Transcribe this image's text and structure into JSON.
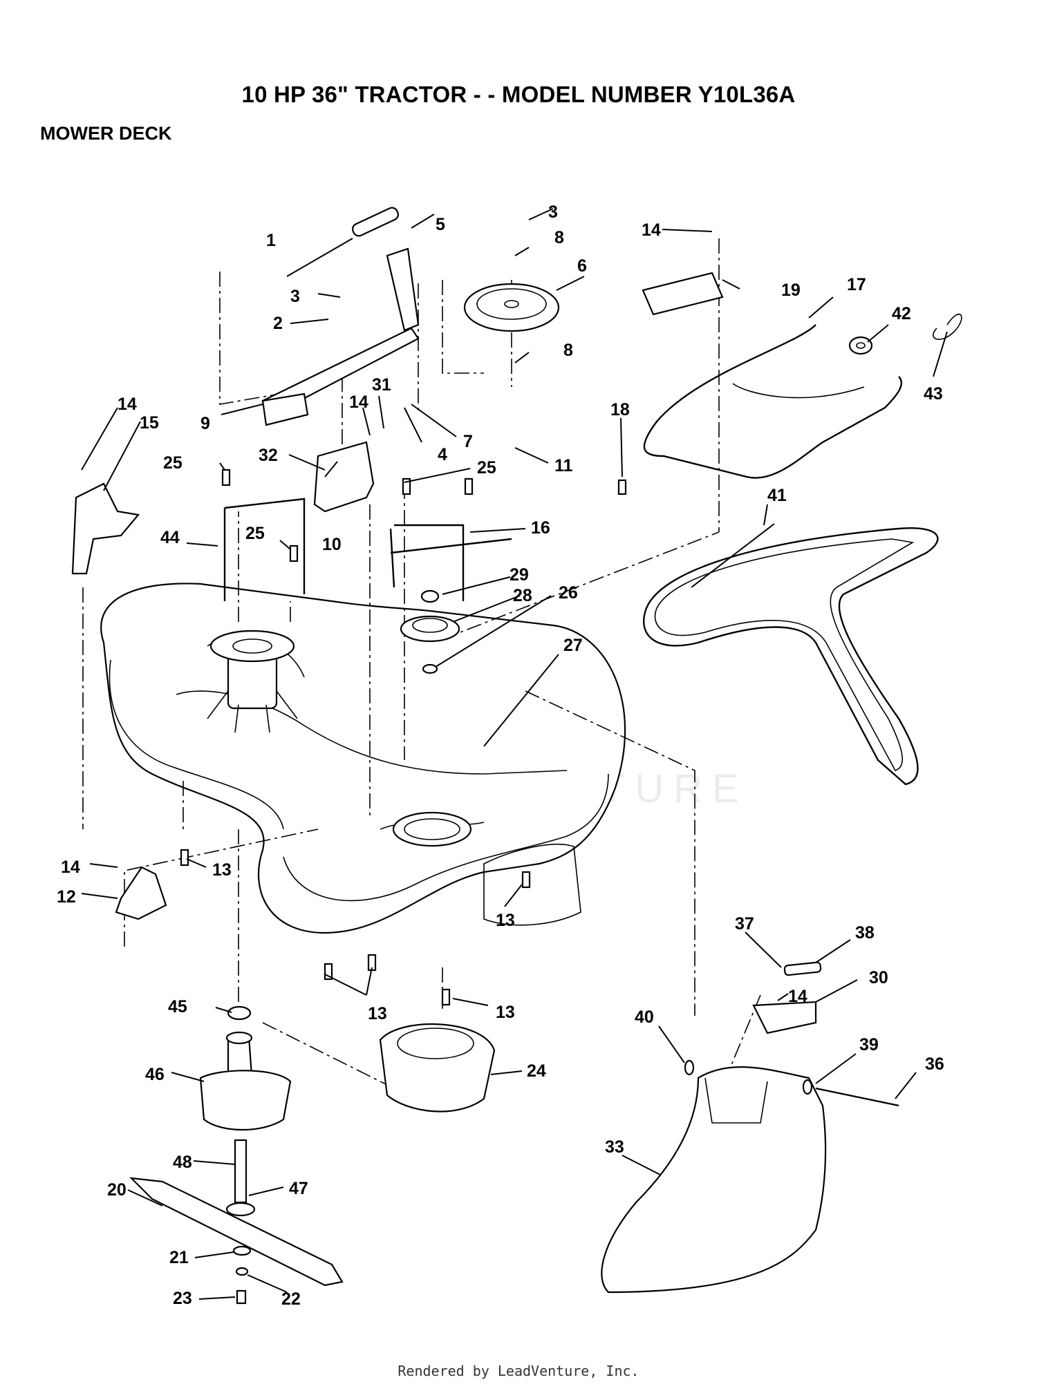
{
  "header": {
    "title": "10 HP 36\" TRACTOR - - MODEL NUMBER Y10L36A",
    "subtitle": "MOWER DECK"
  },
  "footer": {
    "text": "Rendered by LeadVenture, Inc."
  },
  "watermark": {
    "text": "LEADVENTURE"
  },
  "callouts": [
    {
      "id": "c1",
      "text": "1"
    },
    {
      "id": "c2",
      "text": "2"
    },
    {
      "id": "c3a",
      "text": "3"
    },
    {
      "id": "c3b",
      "text": "3"
    },
    {
      "id": "c4",
      "text": "4"
    },
    {
      "id": "c5",
      "text": "5"
    },
    {
      "id": "c6",
      "text": "6"
    },
    {
      "id": "c7",
      "text": "7"
    },
    {
      "id": "c8a",
      "text": "8"
    },
    {
      "id": "c8b",
      "text": "8"
    },
    {
      "id": "c9",
      "text": "9"
    },
    {
      "id": "c10",
      "text": "10"
    },
    {
      "id": "c11",
      "text": "11"
    },
    {
      "id": "c12",
      "text": "12"
    },
    {
      "id": "c13a",
      "text": "13"
    },
    {
      "id": "c13b",
      "text": "13"
    },
    {
      "id": "c13c",
      "text": "13"
    },
    {
      "id": "c13d",
      "text": "13"
    },
    {
      "id": "c14a",
      "text": "14"
    },
    {
      "id": "c14b",
      "text": "14"
    },
    {
      "id": "c14c",
      "text": "14"
    },
    {
      "id": "c14d",
      "text": "14"
    },
    {
      "id": "c14e",
      "text": "14"
    },
    {
      "id": "c15",
      "text": "15"
    },
    {
      "id": "c16",
      "text": "16"
    },
    {
      "id": "c17",
      "text": "17"
    },
    {
      "id": "c18",
      "text": "18"
    },
    {
      "id": "c19",
      "text": "19"
    },
    {
      "id": "c20",
      "text": "20"
    },
    {
      "id": "c21",
      "text": "21"
    },
    {
      "id": "c22",
      "text": "22"
    },
    {
      "id": "c23",
      "text": "23"
    },
    {
      "id": "c24",
      "text": "24"
    },
    {
      "id": "c25a",
      "text": "25"
    },
    {
      "id": "c25b",
      "text": "25"
    },
    {
      "id": "c25c",
      "text": "25"
    },
    {
      "id": "c26",
      "text": "26"
    },
    {
      "id": "c27",
      "text": "27"
    },
    {
      "id": "c28",
      "text": "28"
    },
    {
      "id": "c29",
      "text": "29"
    },
    {
      "id": "c30",
      "text": "30"
    },
    {
      "id": "c31",
      "text": "31"
    },
    {
      "id": "c32",
      "text": "32"
    },
    {
      "id": "c33",
      "text": "33"
    },
    {
      "id": "c36",
      "text": "36"
    },
    {
      "id": "c37",
      "text": "37"
    },
    {
      "id": "c38",
      "text": "38"
    },
    {
      "id": "c39",
      "text": "39"
    },
    {
      "id": "c40",
      "text": "40"
    },
    {
      "id": "c41",
      "text": "41"
    },
    {
      "id": "c42",
      "text": "42"
    },
    {
      "id": "c43",
      "text": "43"
    },
    {
      "id": "c44",
      "text": "44"
    },
    {
      "id": "c45",
      "text": "45"
    },
    {
      "id": "c46",
      "text": "46"
    },
    {
      "id": "c47",
      "text": "47"
    },
    {
      "id": "c48",
      "text": "48"
    }
  ]
}
